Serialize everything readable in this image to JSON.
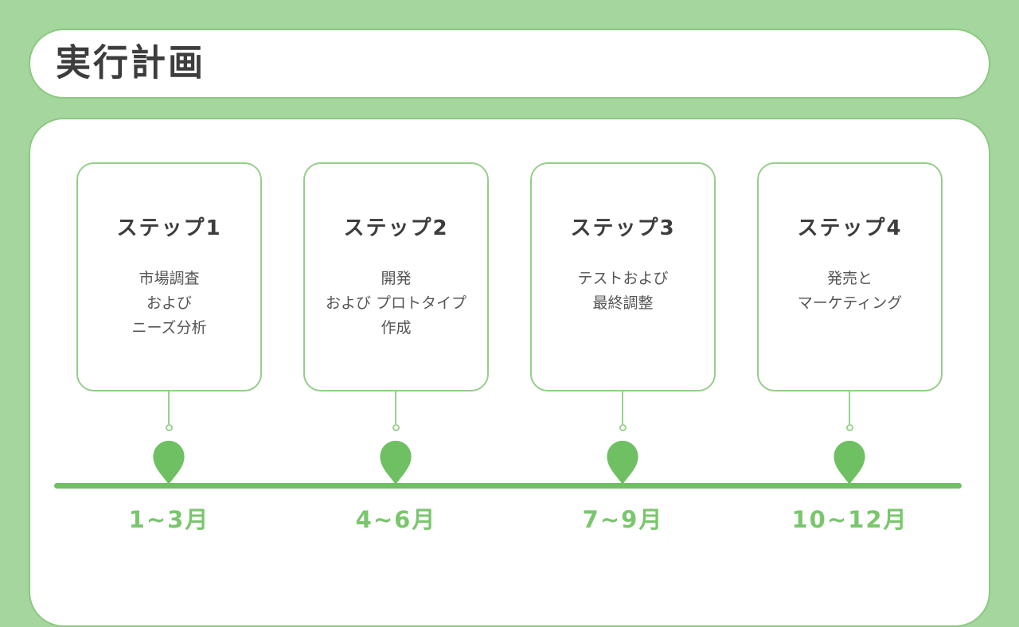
{
  "slide": {
    "title": "実行計画"
  },
  "colors": {
    "background": "#a5d69d",
    "surface": "#ffffff",
    "panel_outline": "#8cc981",
    "card_border": "#94ce8a",
    "connector": "#9ad190",
    "accent": "#6fbf63",
    "period_label": "#7ac66d",
    "title_text": "#3d3d3d",
    "body_text": "#555555"
  },
  "timeline": {
    "steps": [
      {
        "title": "ステップ1",
        "lines": [
          "市場調査",
          "および",
          "ニーズ分析"
        ],
        "period": "1~3月"
      },
      {
        "title": "ステップ2",
        "lines": [
          "開発",
          "および プロトタイプ",
          "作成"
        ],
        "period": "4~6月"
      },
      {
        "title": "ステップ3",
        "lines": [
          "テストおよび",
          "最終調整"
        ],
        "period": "7~9月"
      },
      {
        "title": "ステップ4",
        "lines": [
          "発売と",
          "マーケティング"
        ],
        "period": "10~12月"
      }
    ]
  }
}
